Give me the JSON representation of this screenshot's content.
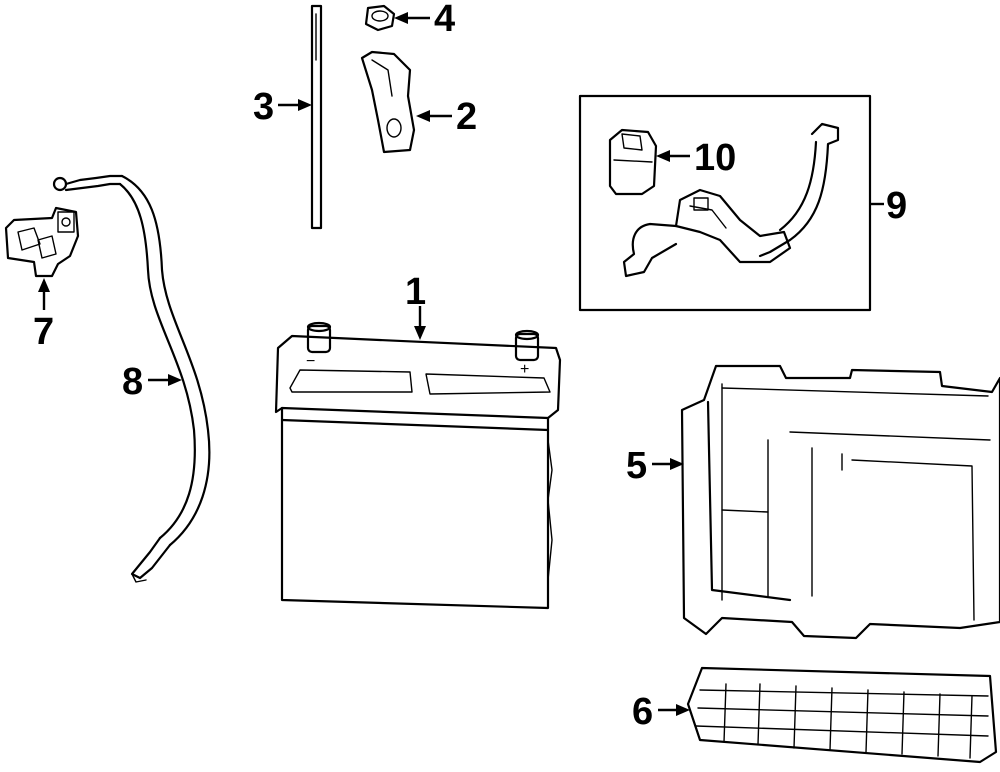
{
  "diagram": {
    "callouts": [
      {
        "id": "1",
        "label": "1"
      },
      {
        "id": "2",
        "label": "2"
      },
      {
        "id": "3",
        "label": "3"
      },
      {
        "id": "4",
        "label": "4"
      },
      {
        "id": "5",
        "label": "5"
      },
      {
        "id": "6",
        "label": "6"
      },
      {
        "id": "7",
        "label": "7"
      },
      {
        "id": "8",
        "label": "8"
      },
      {
        "id": "9",
        "label": "9"
      },
      {
        "id": "10",
        "label": "10"
      }
    ],
    "terminal_marks": {
      "negative": "−",
      "positive": "+"
    }
  }
}
